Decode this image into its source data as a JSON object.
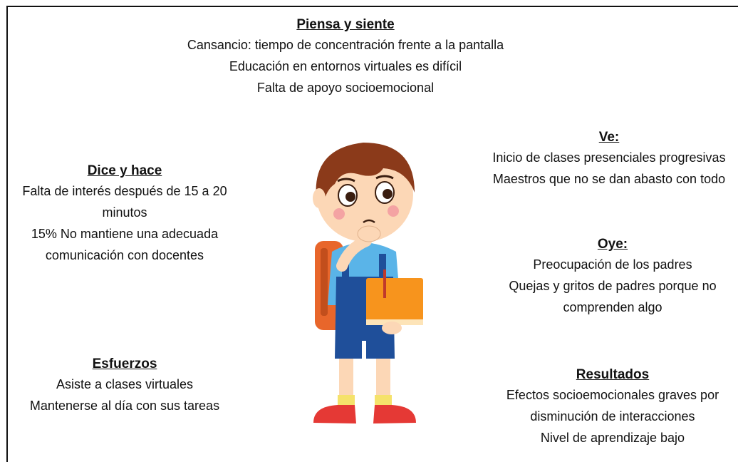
{
  "piensa": {
    "heading": "Piensa y siente",
    "lines": [
      "Cansancio: tiempo de concentración frente a la pantalla",
      "Educación en entornos virtuales es difícil",
      "Falta de apoyo socioemocional"
    ]
  },
  "dice": {
    "heading": "Dice y hace",
    "lines": [
      "Falta de interés después de 15 a 20",
      "minutos",
      "15% No mantiene una adecuada",
      "comunicación con docentes"
    ]
  },
  "esfuerzos": {
    "heading": "Esfuerzos",
    "lines": [
      "Asiste a clases virtuales",
      "Mantenerse al día con sus tareas"
    ]
  },
  "ve": {
    "heading": "Ve:",
    "lines": [
      "Inicio de clases presenciales progresivas",
      "Maestros que no se dan abasto con todo"
    ]
  },
  "oye": {
    "heading": "Oye:",
    "lines": [
      "Preocupación de los padres",
      "Quejas y gritos de padres porque no",
      "comprenden algo"
    ]
  },
  "resultados": {
    "heading": "Resultados",
    "lines": [
      "Efectos socioemocionales graves por",
      "disminución de interacciones",
      "Nivel de aprendizaje bajo"
    ]
  },
  "colors": {
    "hair": "#8b3a1a",
    "skin": "#fcd7b6",
    "shirt": "#5ab4e8",
    "overalls": "#1f4f9a",
    "backpack": "#e8662b",
    "book": "#f7941d",
    "shoes": "#e53935",
    "socks": "#f5e26b"
  }
}
